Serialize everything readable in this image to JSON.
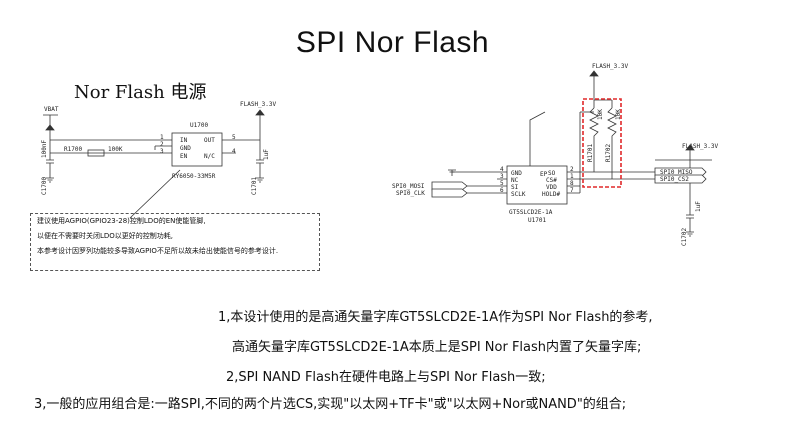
{
  "title": "SPI Nor Flash",
  "left_title": "Nor Flash 电源",
  "power_schematic": {
    "vbat": "VBAT",
    "flash_rail": "FLASH_3.3V",
    "ref": "U1700",
    "part": "RY6050-33M5R",
    "pins": [
      "IN",
      "GND",
      "EN",
      "OUT",
      "N/C"
    ],
    "pin_nums": [
      "1",
      "2",
      "3",
      "5",
      "4"
    ],
    "r_ref": "R1700",
    "r_val": "100K",
    "c_in_ref": "C1700",
    "c_in_val": "100nF",
    "c_out_ref": "C1701",
    "c_out_val": "1uF"
  },
  "note_lines": [
    "建议使用AGPIO(GPIO23-28)控制LDO的EN使能管脚,",
    "以便在不需要时关闭LDO以更好的控制功耗,",
    "本参考设计因罗列功能较多导致AGPIO不足所以故未给出使能信号的参考设计."
  ],
  "flash_schematic": {
    "rail_top": "FLASH_3.3V",
    "rail_right": "FLASH_3.3V",
    "chip_part": "GT5SLCD2E-1A",
    "chip_ref": "U1701",
    "pins_left": [
      "GND",
      "NC",
      "SI",
      "SCLK"
    ],
    "pins_right": [
      "SO",
      "CS#",
      "VDD",
      "HOLD#"
    ],
    "nums_left": [
      "4",
      "3",
      "5",
      "6"
    ],
    "nums_right": [
      "2",
      "1",
      "8",
      "7"
    ],
    "chip_mark": "EP",
    "sig_mosi": "SPI0_MOSI",
    "sig_clk": "SPI0_CLK",
    "sig_miso": "SPI0_MISO",
    "sig_cs": "SPI0_CS2",
    "r1_ref": "R1701",
    "r1_val": "10K",
    "r2_ref": "R1702",
    "r2_val": "10K",
    "c_ref": "C1702",
    "c_val": "1uF"
  },
  "lines": [
    "1,本设计使用的是高通矢量字库GT5SLCD2E-1A作为SPI Nor Flash的参考,",
    "高通矢量字库GT5SLCD2E-1A本质上是SPI Nor Flash内置了矢量字库;",
    "2,SPI  NAND  Flash在硬件电路上与SPI Nor Flash一致;",
    "3,一般的应用组合是:一路SPI,不同的两个片选CS,实现\"以太网+TF卡\"或\"以太网+Nor或NAND\"的组合;"
  ],
  "colors": {
    "highlight": "#e0282a",
    "ink": "#111111"
  }
}
